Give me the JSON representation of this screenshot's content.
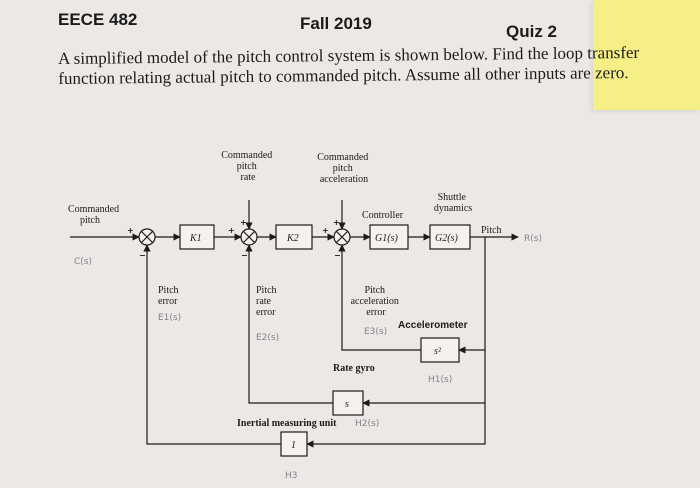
{
  "header": {
    "course": "EECE 482",
    "term": "Fall 2019",
    "quiz": "Quiz 2"
  },
  "question": "A simplified model of the pitch control system is shown below. Find the loop transfer function relating actual pitch to commanded pitch. Assume all other inputs are zero.",
  "diagram": {
    "labels": {
      "commanded_pitch": [
        "Commanded",
        "pitch"
      ],
      "commanded_pitch_rate": [
        "Commanded",
        "pitch",
        "rate"
      ],
      "commanded_pitch_accel": [
        "Commanded",
        "pitch",
        "acceleration"
      ],
      "controller": "Controller",
      "shuttle_dynamics": [
        "Shuttle",
        "dynamics"
      ],
      "pitch": "Pitch",
      "pitch_error": [
        "Pitch",
        "error"
      ],
      "pitch_rate_error": [
        "Pitch",
        "rate",
        "error"
      ],
      "pitch_accel_error": [
        "Pitch",
        "acceleration",
        "error"
      ],
      "accelerometer": "Accelerometer",
      "rate_gyro": "Rate gyro",
      "inertial_unit": "Inertial measuring unit"
    },
    "blocks": {
      "k1": "K1",
      "k2": "K2",
      "g1": "G1(s)",
      "g2": "G2(s)",
      "accel": "s²",
      "gyro": "s",
      "imu": "1"
    },
    "signs": {
      "plus": "+",
      "minus": "−"
    },
    "handwritten": {
      "input": "C(s)",
      "output": "R(s)",
      "e1": "E1(s)",
      "e2": "E2(s)",
      "e3": "E3(s)",
      "h1": "H1(s)",
      "h2": "H2(s)",
      "h3": "H3"
    }
  }
}
